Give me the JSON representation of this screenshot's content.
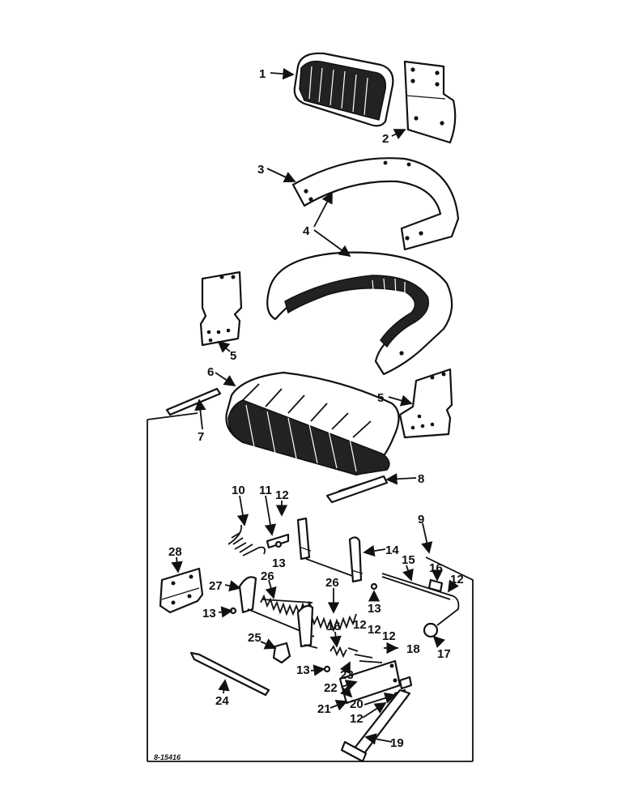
{
  "diagram": {
    "drawing_code": "8-15416",
    "callouts": [
      {
        "id": "c1",
        "text": "1"
      },
      {
        "id": "c2",
        "text": "2"
      },
      {
        "id": "c3",
        "text": "3"
      },
      {
        "id": "c4",
        "text": "4"
      },
      {
        "id": "c5a",
        "text": "5"
      },
      {
        "id": "c5b",
        "text": "5"
      },
      {
        "id": "c6",
        "text": "6"
      },
      {
        "id": "c7",
        "text": "7"
      },
      {
        "id": "c8",
        "text": "8"
      },
      {
        "id": "c9",
        "text": "9"
      },
      {
        "id": "c10",
        "text": "10"
      },
      {
        "id": "c11",
        "text": "11"
      },
      {
        "id": "c12a",
        "text": "12"
      },
      {
        "id": "c13a",
        "text": "13"
      },
      {
        "id": "c14",
        "text": "14"
      },
      {
        "id": "c15",
        "text": "15"
      },
      {
        "id": "c16a",
        "text": "16"
      },
      {
        "id": "c12b",
        "text": "12"
      },
      {
        "id": "c28",
        "text": "28"
      },
      {
        "id": "c27",
        "text": "27"
      },
      {
        "id": "c26a",
        "text": "26"
      },
      {
        "id": "c26b",
        "text": "26"
      },
      {
        "id": "c13b",
        "text": "13"
      },
      {
        "id": "c13c",
        "text": "13"
      },
      {
        "id": "c17",
        "text": "17"
      },
      {
        "id": "c16b",
        "text": "16"
      },
      {
        "id": "c12c",
        "text": "12"
      },
      {
        "id": "c12d",
        "text": "12"
      },
      {
        "id": "c12e",
        "text": "12"
      },
      {
        "id": "c25",
        "text": "25"
      },
      {
        "id": "c18",
        "text": "18"
      },
      {
        "id": "c13d",
        "text": "13"
      },
      {
        "id": "c23",
        "text": "23"
      },
      {
        "id": "c22",
        "text": "22"
      },
      {
        "id": "c24",
        "text": "24"
      },
      {
        "id": "c21",
        "text": "21"
      },
      {
        "id": "c20",
        "text": "20"
      },
      {
        "id": "c12f",
        "text": "12"
      },
      {
        "id": "c19",
        "text": "19"
      }
    ]
  }
}
